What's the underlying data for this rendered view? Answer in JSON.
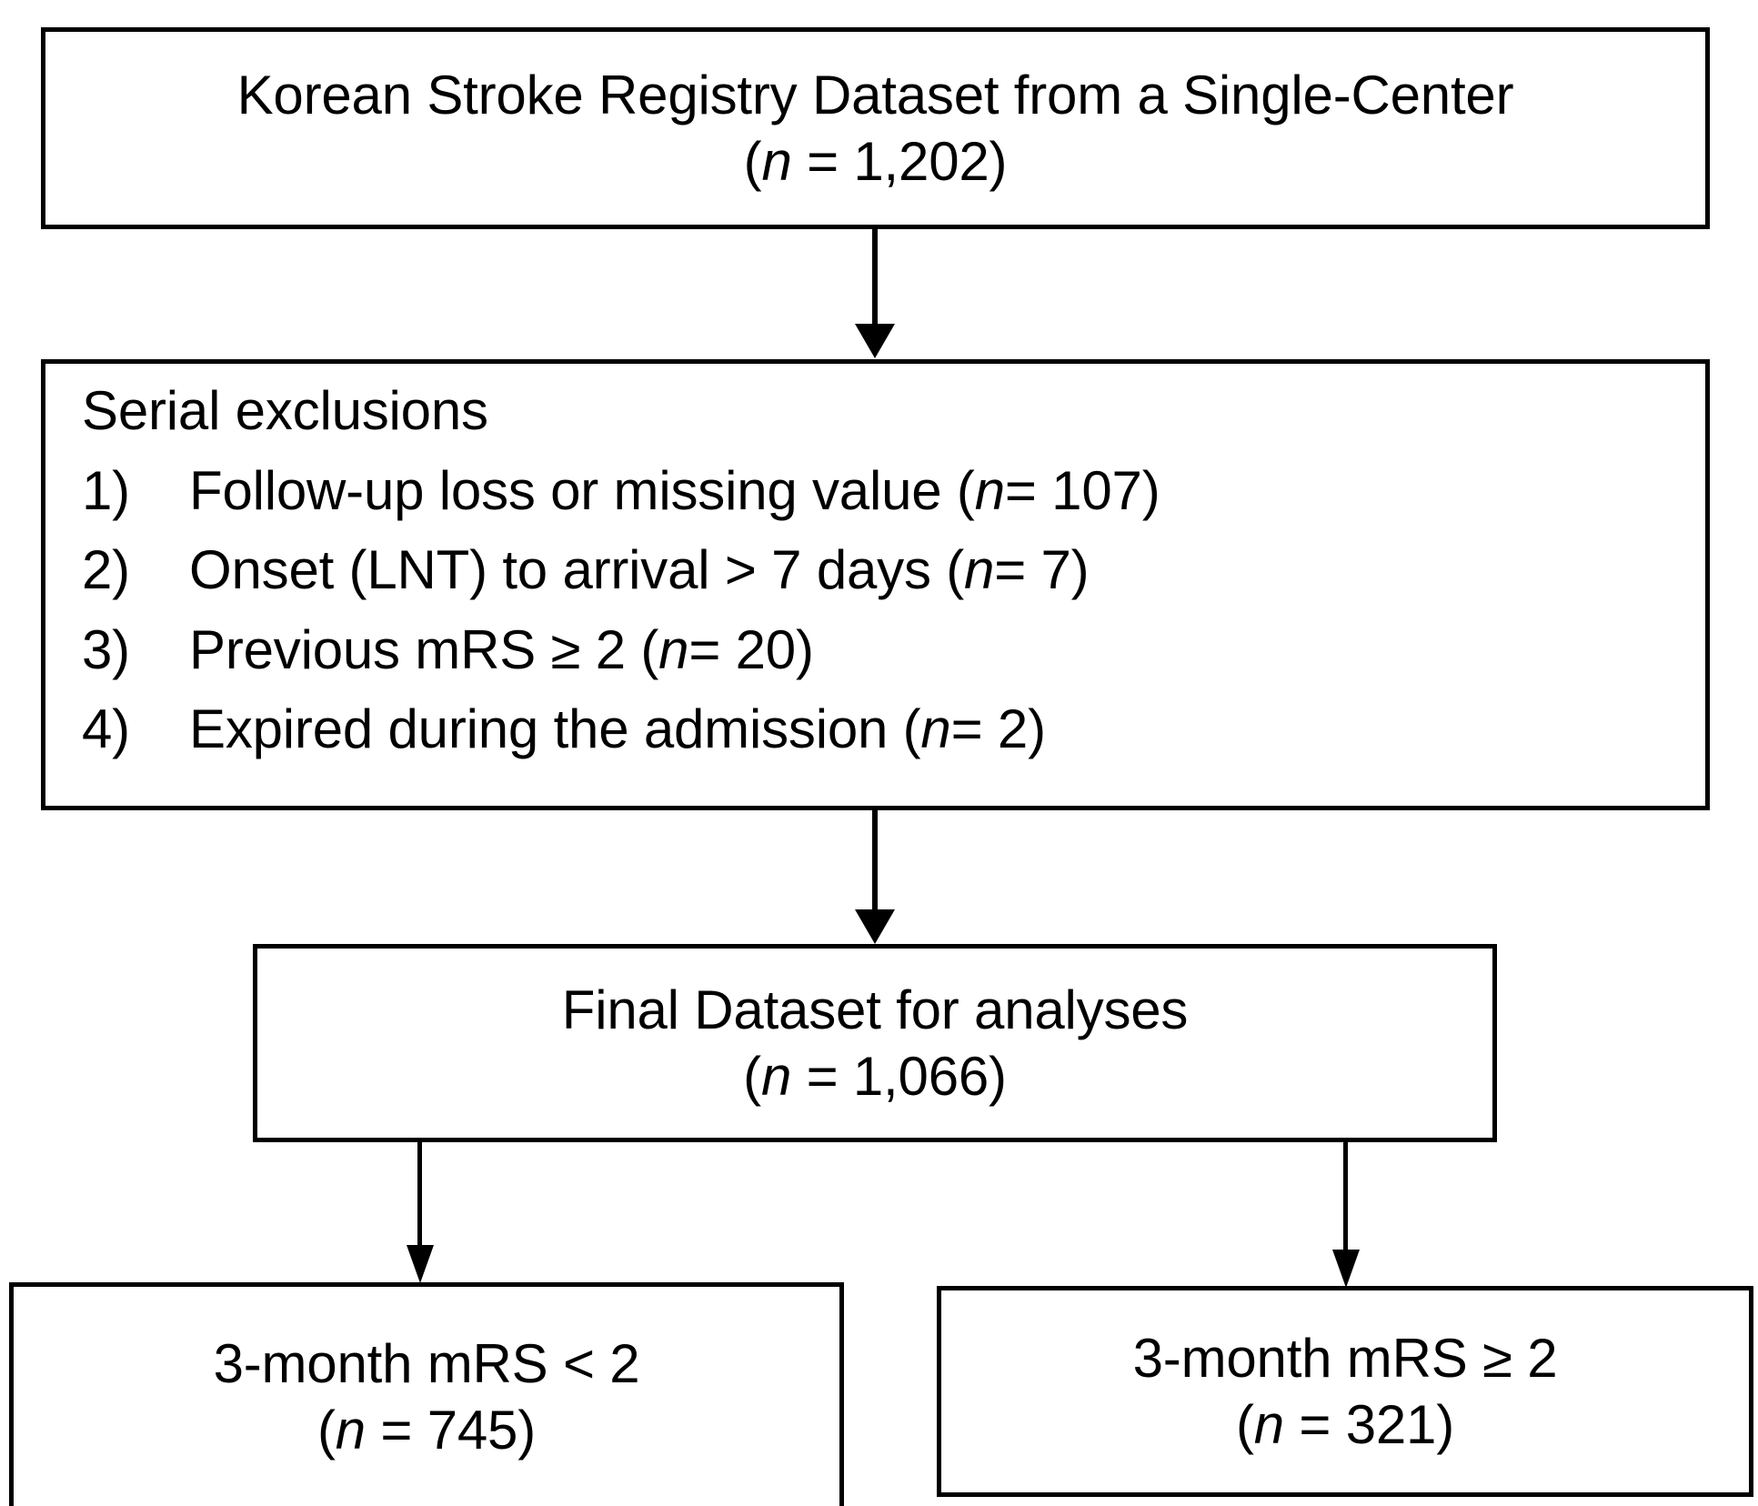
{
  "figure": {
    "type": "flowchart",
    "orientation": "top-to-bottom",
    "boxes": {
      "source": {
        "line1": "Korean Stroke Registry Dataset from a Single-Center",
        "line2_prefix": "(",
        "line2_italic": "n",
        "line2_suffix": " = 1,202)"
      },
      "exclusions": {
        "heading": "Serial exclusions",
        "items": [
          {
            "number": "1)",
            "text": "Follow-up loss or missing value (",
            "italic": "n",
            "tail": " = 107)"
          },
          {
            "number": "2)",
            "text": "Onset (LNT) to arrival > 7 days (",
            "italic": "n",
            "tail": " = 7)"
          },
          {
            "number": "3)",
            "text": "Previous mRS ≥ 2 (",
            "italic": "n",
            "tail": " = 20)"
          },
          {
            "number": "4)",
            "text": "Expired during the admission (",
            "italic": "n",
            "tail": " = 2)"
          }
        ]
      },
      "final": {
        "line1": "Final Dataset for analyses",
        "line2_prefix": "(",
        "line2_italic": "n",
        "line2_suffix": " = 1,066)"
      },
      "outcome_good": {
        "line1": "3-month mRS < 2",
        "line2_prefix": "(",
        "line2_italic": "n",
        "line2_suffix": " = 745)"
      },
      "outcome_poor": {
        "line1": "3-month mRS ≥ 2",
        "line2_prefix": "(",
        "line2_italic": "n",
        "line2_suffix": " = 321)"
      }
    },
    "counts": {
      "initial": 1202,
      "excluded_followup_or_missing": 107,
      "excluded_onset_to_arrival_gt_7days": 7,
      "excluded_previous_mrs_ge_2": 20,
      "excluded_expired_during_admission": 2,
      "final": 1066,
      "mrs_lt_2": 745,
      "mrs_ge_2": 321
    },
    "colors": {
      "stroke": "#000000",
      "fill": "#ffffff",
      "text": "#000000"
    }
  }
}
